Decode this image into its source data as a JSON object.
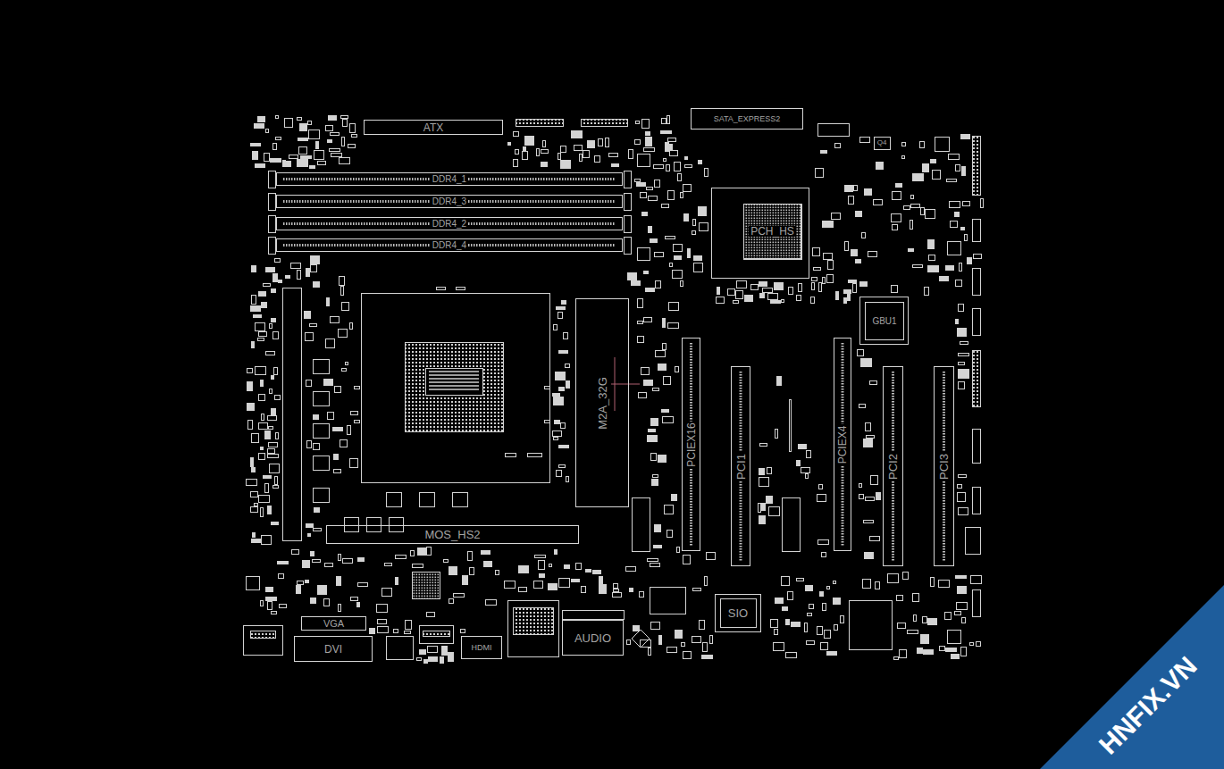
{
  "diagram": {
    "nodes": [
      {
        "text": [
          "ATX"
        ]
      },
      {
        "text": [
          "SATA_EXPRESS2"
        ]
      },
      {
        "text": [
          "DDR4_1"
        ]
      },
      {
        "text": [
          "DDR4_3"
        ]
      },
      {
        "text": [
          "DDR4_2"
        ]
      },
      {
        "text": [
          "DDR4_4"
        ]
      },
      {
        "text": [
          "PCH_HS"
        ]
      },
      {
        "text": [
          "GBU1"
        ]
      },
      {
        "text": [
          "M2A_32G"
        ]
      },
      {
        "text": [
          "PCIEX16"
        ]
      },
      {
        "text": [
          "PCI1"
        ]
      },
      {
        "text": [
          "PCIEX4"
        ]
      },
      {
        "text": [
          "PCI2"
        ]
      },
      {
        "text": [
          "PCI3"
        ]
      },
      {
        "text": [
          "MOS_HS2"
        ]
      },
      {
        "text": [
          "VGA"
        ]
      },
      {
        "text": [
          "DVI"
        ]
      },
      {
        "text": [
          "HDMI"
        ]
      },
      {
        "text": [
          "AUDIO"
        ]
      },
      {
        "text": [
          "SIO"
        ]
      }
    ],
    "labels": [
      "Q4",
      "HNFIX.VN"
    ]
  }
}
